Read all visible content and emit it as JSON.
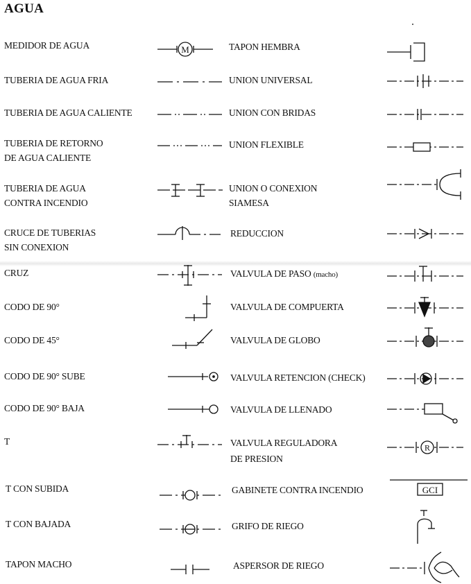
{
  "title": "AGUA",
  "left": [
    {
      "l1": "MEDIDOR DE AGUA",
      "l2": "",
      "symbol": "medidor-icon"
    },
    {
      "l1": "TUBERIA DE AGUA FRIA",
      "l2": "",
      "symbol": "agua-fria-icon"
    },
    {
      "l1": "TUBERIA DE AGUA CALIENTE",
      "l2": "",
      "symbol": "agua-caliente-icon"
    },
    {
      "l1": "TUBERIA DE RETORNO",
      "l2": "DE AGUA CALIENTE",
      "symbol": "retorno-icon"
    },
    {
      "l1": "TUBERIA DE AGUA",
      "l2": "CONTRA INCENDIO",
      "symbol": "contra-incendio-icon"
    },
    {
      "l1": "CRUCE DE TUBERIAS",
      "l2": "SIN CONEXION",
      "symbol": "cruce-icon"
    },
    {
      "l1": "CRUZ",
      "l2": "",
      "symbol": "cruz-icon"
    },
    {
      "l1": "CODO DE 90°",
      "l2": "",
      "symbol": "codo-90-icon"
    },
    {
      "l1": "CODO DE 45°",
      "l2": "",
      "symbol": "codo-45-icon"
    },
    {
      "l1": "CODO DE 90° SUBE",
      "l2": "",
      "symbol": "codo-sube-icon"
    },
    {
      "l1": "CODO DE 90° BAJA",
      "l2": "",
      "symbol": "codo-baja-icon"
    },
    {
      "l1": "T",
      "l2": "",
      "symbol": "tee-icon"
    },
    {
      "l1": "T CON SUBIDA",
      "l2": "",
      "symbol": "tee-subida-icon"
    },
    {
      "l1": "T CON BAJADA",
      "l2": "",
      "symbol": "tee-bajada-icon"
    },
    {
      "l1": "TAPON MACHO",
      "l2": "",
      "symbol": "tapon-macho-icon"
    }
  ],
  "right": [
    {
      "l1": "TAPON HEMBRA",
      "l2": "",
      "symbol": "tapon-hembra-icon"
    },
    {
      "l1": "UNION UNIVERSAL",
      "l2": "",
      "symbol": "union-universal-icon"
    },
    {
      "l1": "UNION CON BRIDAS",
      "l2": "",
      "symbol": "union-bridas-icon"
    },
    {
      "l1": "UNION FLEXIBLE",
      "l2": "",
      "symbol": "union-flexible-icon"
    },
    {
      "l1": "UNION O CONEXION",
      "l2": "SIAMESA",
      "symbol": "siamesa-icon"
    },
    {
      "l1": "REDUCCION",
      "l2": "",
      "symbol": "reduccion-icon"
    },
    {
      "l1": "VALVULA DE PASO",
      "note": "(macho)",
      "l2": "",
      "symbol": "valvula-paso-icon"
    },
    {
      "l1": "VALVULA DE COMPUERTA",
      "l2": "",
      "symbol": "valvula-compuerta-icon"
    },
    {
      "l1": "VALVULA DE GLOBO",
      "l2": "",
      "symbol": "valvula-globo-icon"
    },
    {
      "l1": "VALVULA RETENCION (CHECK)",
      "l2": "",
      "symbol": "valvula-check-icon"
    },
    {
      "l1": "VALVULA DE LLENADO",
      "l2": "",
      "symbol": "valvula-llenado-icon"
    },
    {
      "l1": "VALVULA REGULADORA",
      "l2": "DE PRESION",
      "symbol": "valvula-reguladora-icon"
    },
    {
      "l1": "GABINETE CONTRA INCENDIO",
      "l2": "",
      "symbol": "gabinete-icon"
    },
    {
      "l1": "GRIFO DE RIEGO",
      "l2": "",
      "symbol": "grifo-icon"
    },
    {
      "l1": "ASPERSOR DE RIEGO",
      "l2": "",
      "symbol": "aspersor-icon"
    }
  ],
  "symbol_text": {
    "meter": "M",
    "regulator": "R",
    "gabinete": "GCI"
  }
}
